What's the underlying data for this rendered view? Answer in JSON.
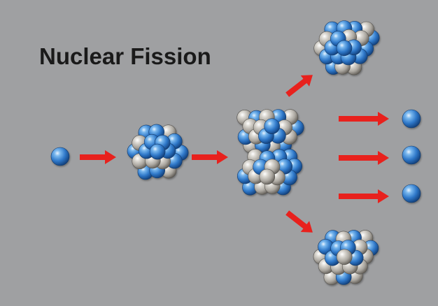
{
  "title": "Nuclear Fission",
  "colors": {
    "background": "#9fa0a2",
    "arrow": "#e8211d",
    "neutron": "#3b86d6",
    "proton_gray": "#b8b4ad",
    "text": "#1a1a1a"
  },
  "stages": [
    {
      "name": "incoming-neutron",
      "kind": "neutron",
      "count": 1
    },
    {
      "name": "target-nucleus",
      "kind": "nucleus"
    },
    {
      "name": "splitting-nucleus",
      "kind": "nucleus-elongated"
    },
    {
      "name": "fission-fragment-top",
      "kind": "nucleus"
    },
    {
      "name": "fission-fragment-bottom",
      "kind": "nucleus"
    },
    {
      "name": "released-neutrons",
      "kind": "neutron",
      "count": 3
    }
  ]
}
